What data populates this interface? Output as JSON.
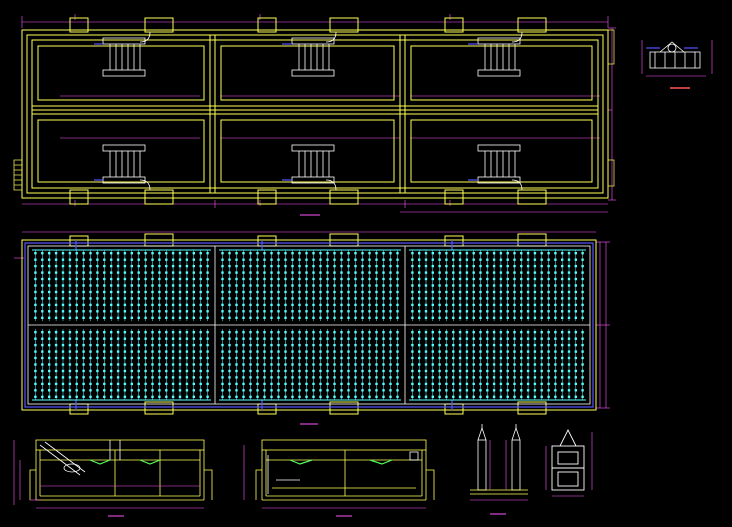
{
  "drawing": {
    "background": "#000000",
    "colors": {
      "wall": "#ffff55",
      "dim": "#ff55ff",
      "pipe": "#ffffff",
      "grid": "#55ffff",
      "accent": "#5555ff",
      "title": "#ff5555",
      "water": "#55ff55"
    },
    "views": {
      "top_plan": {
        "bays": 3,
        "rows": 2
      },
      "filter_plan": {
        "bays": 3,
        "rows": 2,
        "nozzle_rows": 11,
        "nozzle_cols": 26
      },
      "section_a": {
        "chambers": 3
      },
      "section_b": {
        "chambers": 3
      },
      "section_c": {
        "members": 2
      },
      "section_d": {
        "cells": 2
      },
      "detail": {}
    },
    "texts": []
  }
}
